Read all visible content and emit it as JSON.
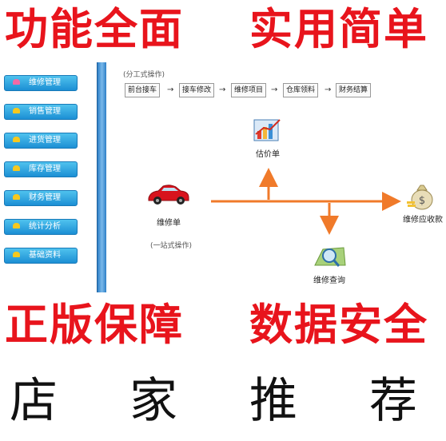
{
  "banners": {
    "top_left": "功能全面",
    "top_right": "实用简单",
    "mid_left": "正版保障",
    "mid_right": "数据安全",
    "bottom": [
      "店",
      "家",
      "推",
      "荐"
    ]
  },
  "sidebar": {
    "items": [
      {
        "label": "维修管理"
      },
      {
        "label": "销售管理"
      },
      {
        "label": "进货管理"
      },
      {
        "label": "库存管理"
      },
      {
        "label": "财务管理"
      },
      {
        "label": "统计分析"
      },
      {
        "label": "基础资料"
      }
    ]
  },
  "workflow": {
    "split_mode_label": "(分工式操作)",
    "steps": [
      "前台接车",
      "接车修改",
      "维修项目",
      "仓库领料",
      "财务结算"
    ],
    "arrow": "→",
    "estimate_label": "估价单",
    "repair_order_label": "维修单",
    "receivable_label": "维修应收款",
    "query_label": "维修查询",
    "one_stop_label": "(一站式操作)"
  },
  "icons": {
    "car": "red-sports-car-icon",
    "estimate": "chart-report-icon",
    "money": "money-bag-icon",
    "query": "magnifier-icon"
  },
  "colors": {
    "banner_red": "#e8141c",
    "nav_blue": "#1c8fd4",
    "flow_arrow": "#f07a2a"
  }
}
